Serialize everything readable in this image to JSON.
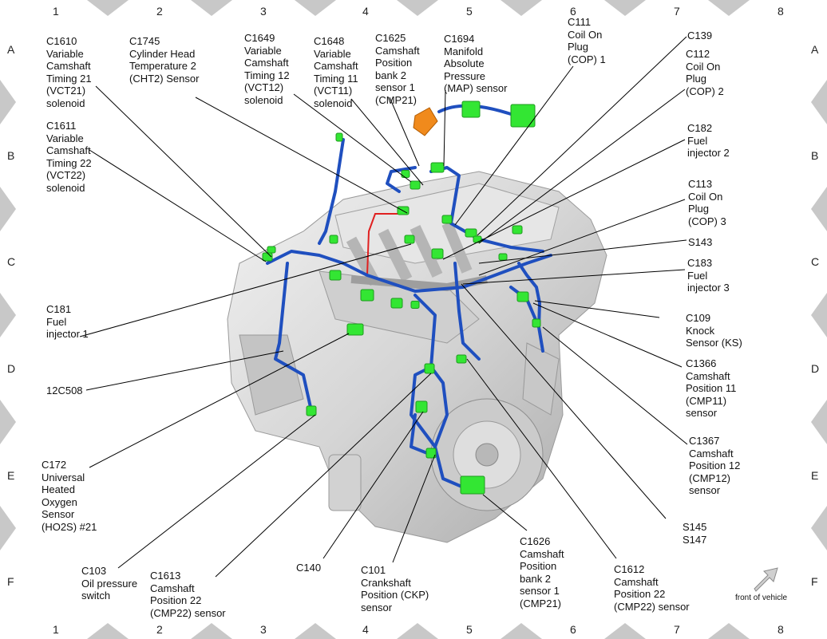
{
  "grid": {
    "columns": [
      "1",
      "2",
      "3",
      "4",
      "5",
      "6",
      "7",
      "8"
    ],
    "rows": [
      "A",
      "B",
      "C",
      "D",
      "E",
      "F"
    ]
  },
  "labels": [
    {
      "id": "c1610",
      "text": "C1610\nVariable\nCamshaft\nTiming 21\n(VCT21)\nsolenoid"
    },
    {
      "id": "c1745",
      "text": "C1745\nCylinder Head\nTemperature 2\n(CHT2) Sensor"
    },
    {
      "id": "c1649",
      "text": "C1649\nVariable\nCamshaft\nTiming 12\n(VCT12)\nsolenoid"
    },
    {
      "id": "c1648",
      "text": "C1648\nVariable\nCamshaft\nTiming 11\n(VCT11)\nsolenoid"
    },
    {
      "id": "c1625",
      "text": "C1625\nCamshaft\nPosition\nbank 2\nsensor 1\n(CMP21)"
    },
    {
      "id": "c1694",
      "text": "C1694\nManifold\nAbsolute\nPressure\n(MAP) sensor"
    },
    {
      "id": "c111",
      "text": "C111\nCoil On\nPlug\n(COP) 1"
    },
    {
      "id": "c139",
      "text": "C139"
    },
    {
      "id": "c112",
      "text": "C112\nCoil On\nPlug\n(COP) 2"
    },
    {
      "id": "c1611",
      "text": "C1611\nVariable\nCamshaft\nTiming 22\n(VCT22)\nsolenoid"
    },
    {
      "id": "c182",
      "text": "C182\nFuel\ninjector 2"
    },
    {
      "id": "c113",
      "text": "C113\nCoil On\nPlug\n(COP) 3"
    },
    {
      "id": "s143",
      "text": "S143"
    },
    {
      "id": "c183",
      "text": "C183\nFuel\ninjector 3"
    },
    {
      "id": "c181",
      "text": "C181\nFuel\ninjector 1"
    },
    {
      "id": "c109",
      "text": "C109\nKnock\nSensor (KS)"
    },
    {
      "id": "12c508",
      "text": "12C508"
    },
    {
      "id": "c1366",
      "text": "C1366\nCamshaft\nPosition 11\n(CMP11)\nsensor"
    },
    {
      "id": "c1367",
      "text": "C1367\nCamshaft\nPosition 12\n(CMP12)\nsensor"
    },
    {
      "id": "c172",
      "text": "C172\nUniversal\nHeated\nOxygen\nSensor\n(HO2S) #21"
    },
    {
      "id": "s145",
      "text": "S145\nS147"
    },
    {
      "id": "c103",
      "text": "C103\nOil pressure\nswitch"
    },
    {
      "id": "c1613",
      "text": "C1613\nCamshaft\nPosition 22\n(CMP22) sensor"
    },
    {
      "id": "c140",
      "text": "C140"
    },
    {
      "id": "c101",
      "text": "C101\nCrankshaft\nPosition (CKP)\nsensor"
    },
    {
      "id": "c1626",
      "text": "C1626\nCamshaft\nPosition\nbank 2\nsensor 1\n(CMP21)"
    },
    {
      "id": "c1612",
      "text": "C1612\nCamshaft\nPosition 22\n(CMP22) sensor"
    }
  ],
  "front_of_vehicle": "front of vehicle",
  "colors": {
    "connector": "#33e633",
    "harness": "#1f4fbf",
    "engine": "#d9d9d9",
    "red_wire": "#e02020",
    "orange_bracket": "#f08a1c",
    "grid_marker": "#c8c8c8"
  }
}
